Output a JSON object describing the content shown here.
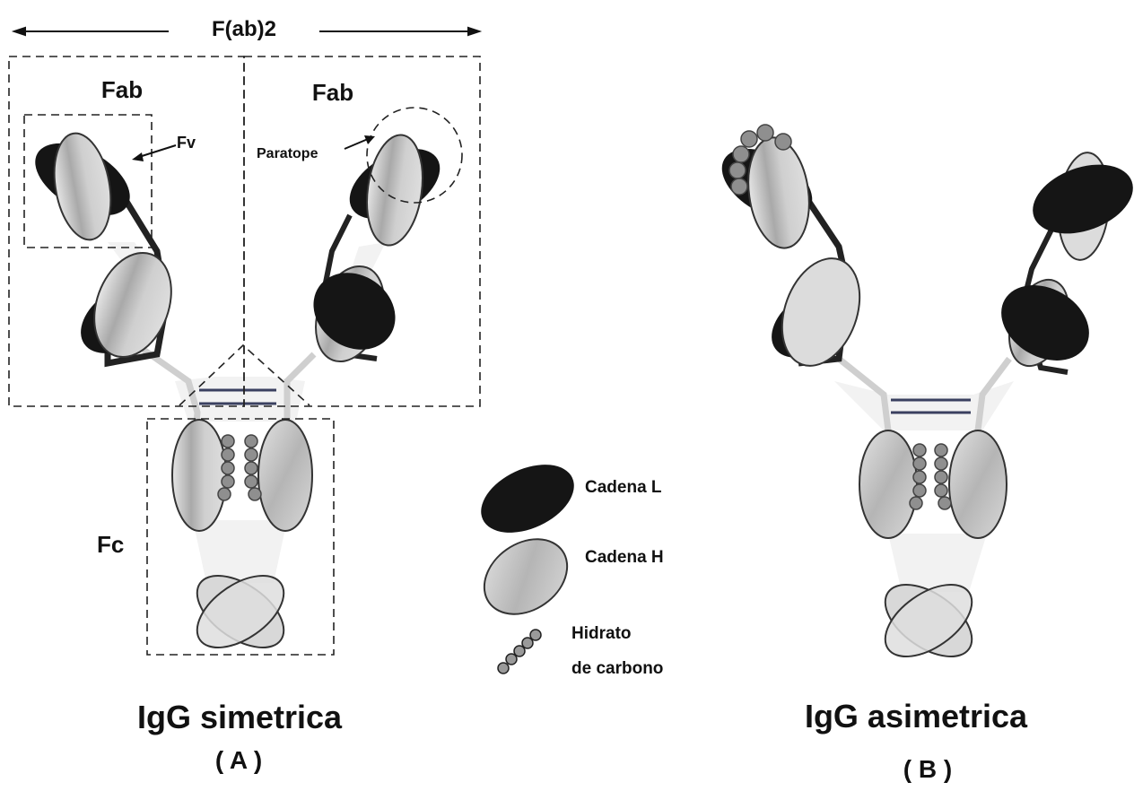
{
  "labels": {
    "fab2": "F(ab)2",
    "fab_left": "Fab",
    "fab_right": "Fab",
    "fv": "Fv",
    "paratope": "Paratope",
    "fc": "Fc"
  },
  "legend": {
    "light_chain": "Cadena L",
    "heavy_chain": "Cadena H",
    "carb_line1": "Hidrato",
    "carb_line2": "de carbono"
  },
  "captions": {
    "a_title": "IgG simetrica",
    "a_letter": "( A )",
    "b_title": "IgG asimetrica",
    "b_letter": "( B )"
  },
  "colors": {
    "light_chain": "#151515",
    "heavy_chain": "#c9c9c9",
    "heavy_chain_outline": "#333333",
    "hinge_fill": "#f0f0f0",
    "carbohydrate": "#8f8f8f",
    "disulfide_bond": "#3a4060"
  }
}
